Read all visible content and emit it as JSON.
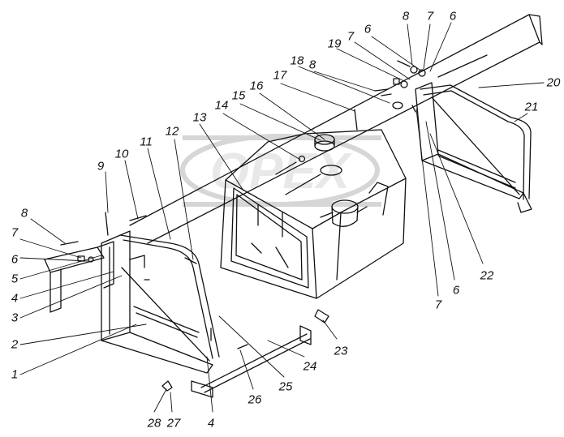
{
  "watermark": {
    "text": "OPEX",
    "color": "#d6d6d6"
  },
  "ink_color": "#111111",
  "callouts": [
    {
      "id": "8a",
      "label": "8"
    },
    {
      "id": "7a",
      "label": "7"
    },
    {
      "id": "6a",
      "label": "6"
    },
    {
      "id": "5",
      "label": "5"
    },
    {
      "id": "4a",
      "label": "4"
    },
    {
      "id": "3",
      "label": "3"
    },
    {
      "id": "2",
      "label": "2"
    },
    {
      "id": "1",
      "label": "1"
    },
    {
      "id": "9",
      "label": "9"
    },
    {
      "id": "10",
      "label": "10"
    },
    {
      "id": "11",
      "label": "11"
    },
    {
      "id": "12",
      "label": "12"
    },
    {
      "id": "13",
      "label": "13"
    },
    {
      "id": "14",
      "label": "14"
    },
    {
      "id": "15",
      "label": "15"
    },
    {
      "id": "16",
      "label": "16"
    },
    {
      "id": "17",
      "label": "17"
    },
    {
      "id": "8b",
      "label": "8"
    },
    {
      "id": "18",
      "label": "18"
    },
    {
      "id": "19",
      "label": "19"
    },
    {
      "id": "7b",
      "label": "7"
    },
    {
      "id": "6b",
      "label": "6"
    },
    {
      "id": "8c",
      "label": "8"
    },
    {
      "id": "7c",
      "label": "7"
    },
    {
      "id": "6c",
      "label": "6"
    },
    {
      "id": "20",
      "label": "20"
    },
    {
      "id": "21",
      "label": "21"
    },
    {
      "id": "22",
      "label": "22"
    },
    {
      "id": "6d",
      "label": "6"
    },
    {
      "id": "7d",
      "label": "7"
    },
    {
      "id": "23",
      "label": "23"
    },
    {
      "id": "24",
      "label": "24"
    },
    {
      "id": "25",
      "label": "25"
    },
    {
      "id": "26",
      "label": "26"
    },
    {
      "id": "27",
      "label": "27"
    },
    {
      "id": "28",
      "label": "28"
    },
    {
      "id": "4b",
      "label": "4"
    }
  ]
}
